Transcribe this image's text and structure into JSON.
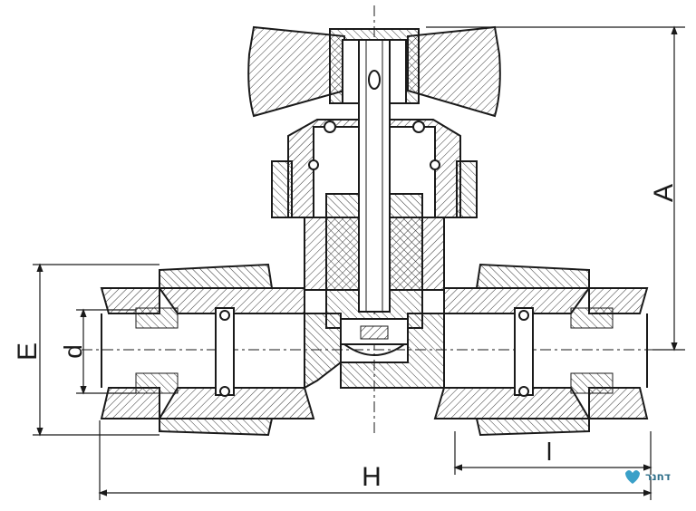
{
  "drawing": {
    "dimension_labels": {
      "A": "A",
      "E": "E",
      "d": "d",
      "H": "H",
      "l": "l"
    },
    "watermark": {
      "text": "דחנר",
      "logo": "heart-shield-logo",
      "color": "#3aa0c8"
    },
    "line_color": "#1a1a1a"
  }
}
